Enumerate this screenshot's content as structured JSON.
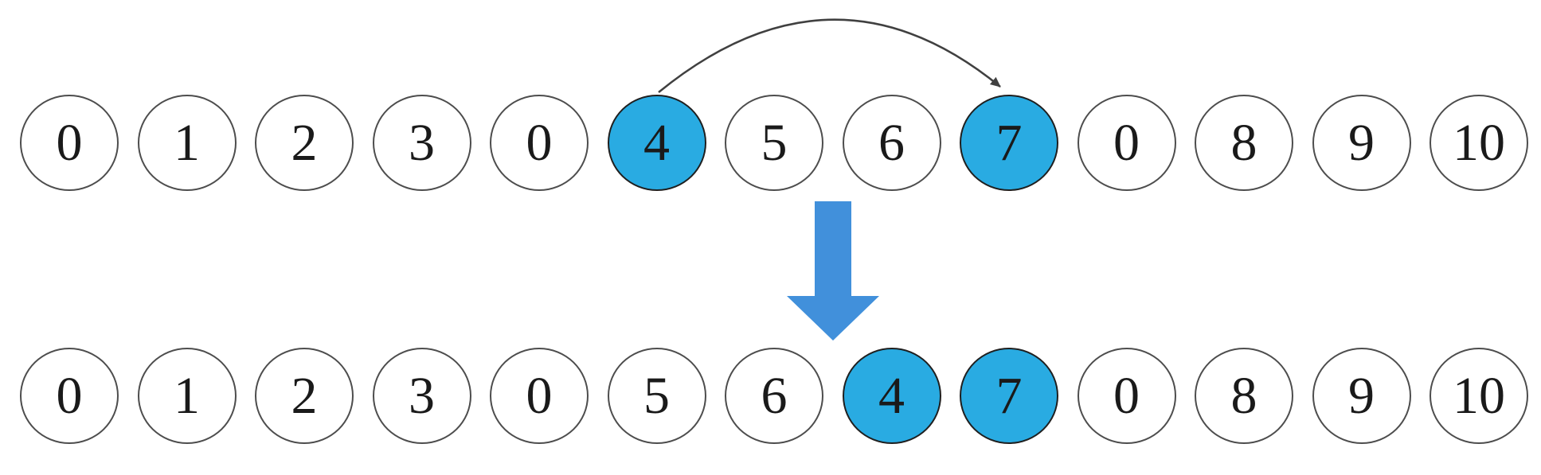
{
  "colors": {
    "node_highlight": "#29abe2",
    "node_highlight_border": "#1f1f1f",
    "node_fill": "#ffffff",
    "node_border": "#4d4d4d",
    "digit": "#1a1a1a",
    "arc_stroke": "#404040",
    "big_arrow": "#4190db"
  },
  "rows": {
    "top": {
      "cells": [
        {
          "label": "0",
          "highlighted": false
        },
        {
          "label": "1",
          "highlighted": false
        },
        {
          "label": "2",
          "highlighted": false
        },
        {
          "label": "3",
          "highlighted": false
        },
        {
          "label": "0",
          "highlighted": false
        },
        {
          "label": "4",
          "highlighted": true
        },
        {
          "label": "5",
          "highlighted": false
        },
        {
          "label": "6",
          "highlighted": false
        },
        {
          "label": "7",
          "highlighted": true
        },
        {
          "label": "0",
          "highlighted": false
        },
        {
          "label": "8",
          "highlighted": false
        },
        {
          "label": "9",
          "highlighted": false
        },
        {
          "label": "10",
          "highlighted": false
        }
      ]
    },
    "bottom": {
      "cells": [
        {
          "label": "0",
          "highlighted": false
        },
        {
          "label": "1",
          "highlighted": false
        },
        {
          "label": "2",
          "highlighted": false
        },
        {
          "label": "3",
          "highlighted": false
        },
        {
          "label": "0",
          "highlighted": false
        },
        {
          "label": "5",
          "highlighted": false
        },
        {
          "label": "6",
          "highlighted": false
        },
        {
          "label": "4",
          "highlighted": true
        },
        {
          "label": "7",
          "highlighted": true
        },
        {
          "label": "0",
          "highlighted": false
        },
        {
          "label": "8",
          "highlighted": false
        },
        {
          "label": "9",
          "highlighted": false
        },
        {
          "label": "10",
          "highlighted": false
        }
      ]
    }
  },
  "arc": {
    "from": "4",
    "to": "7"
  },
  "transition_arrow": {
    "direction": "down"
  }
}
